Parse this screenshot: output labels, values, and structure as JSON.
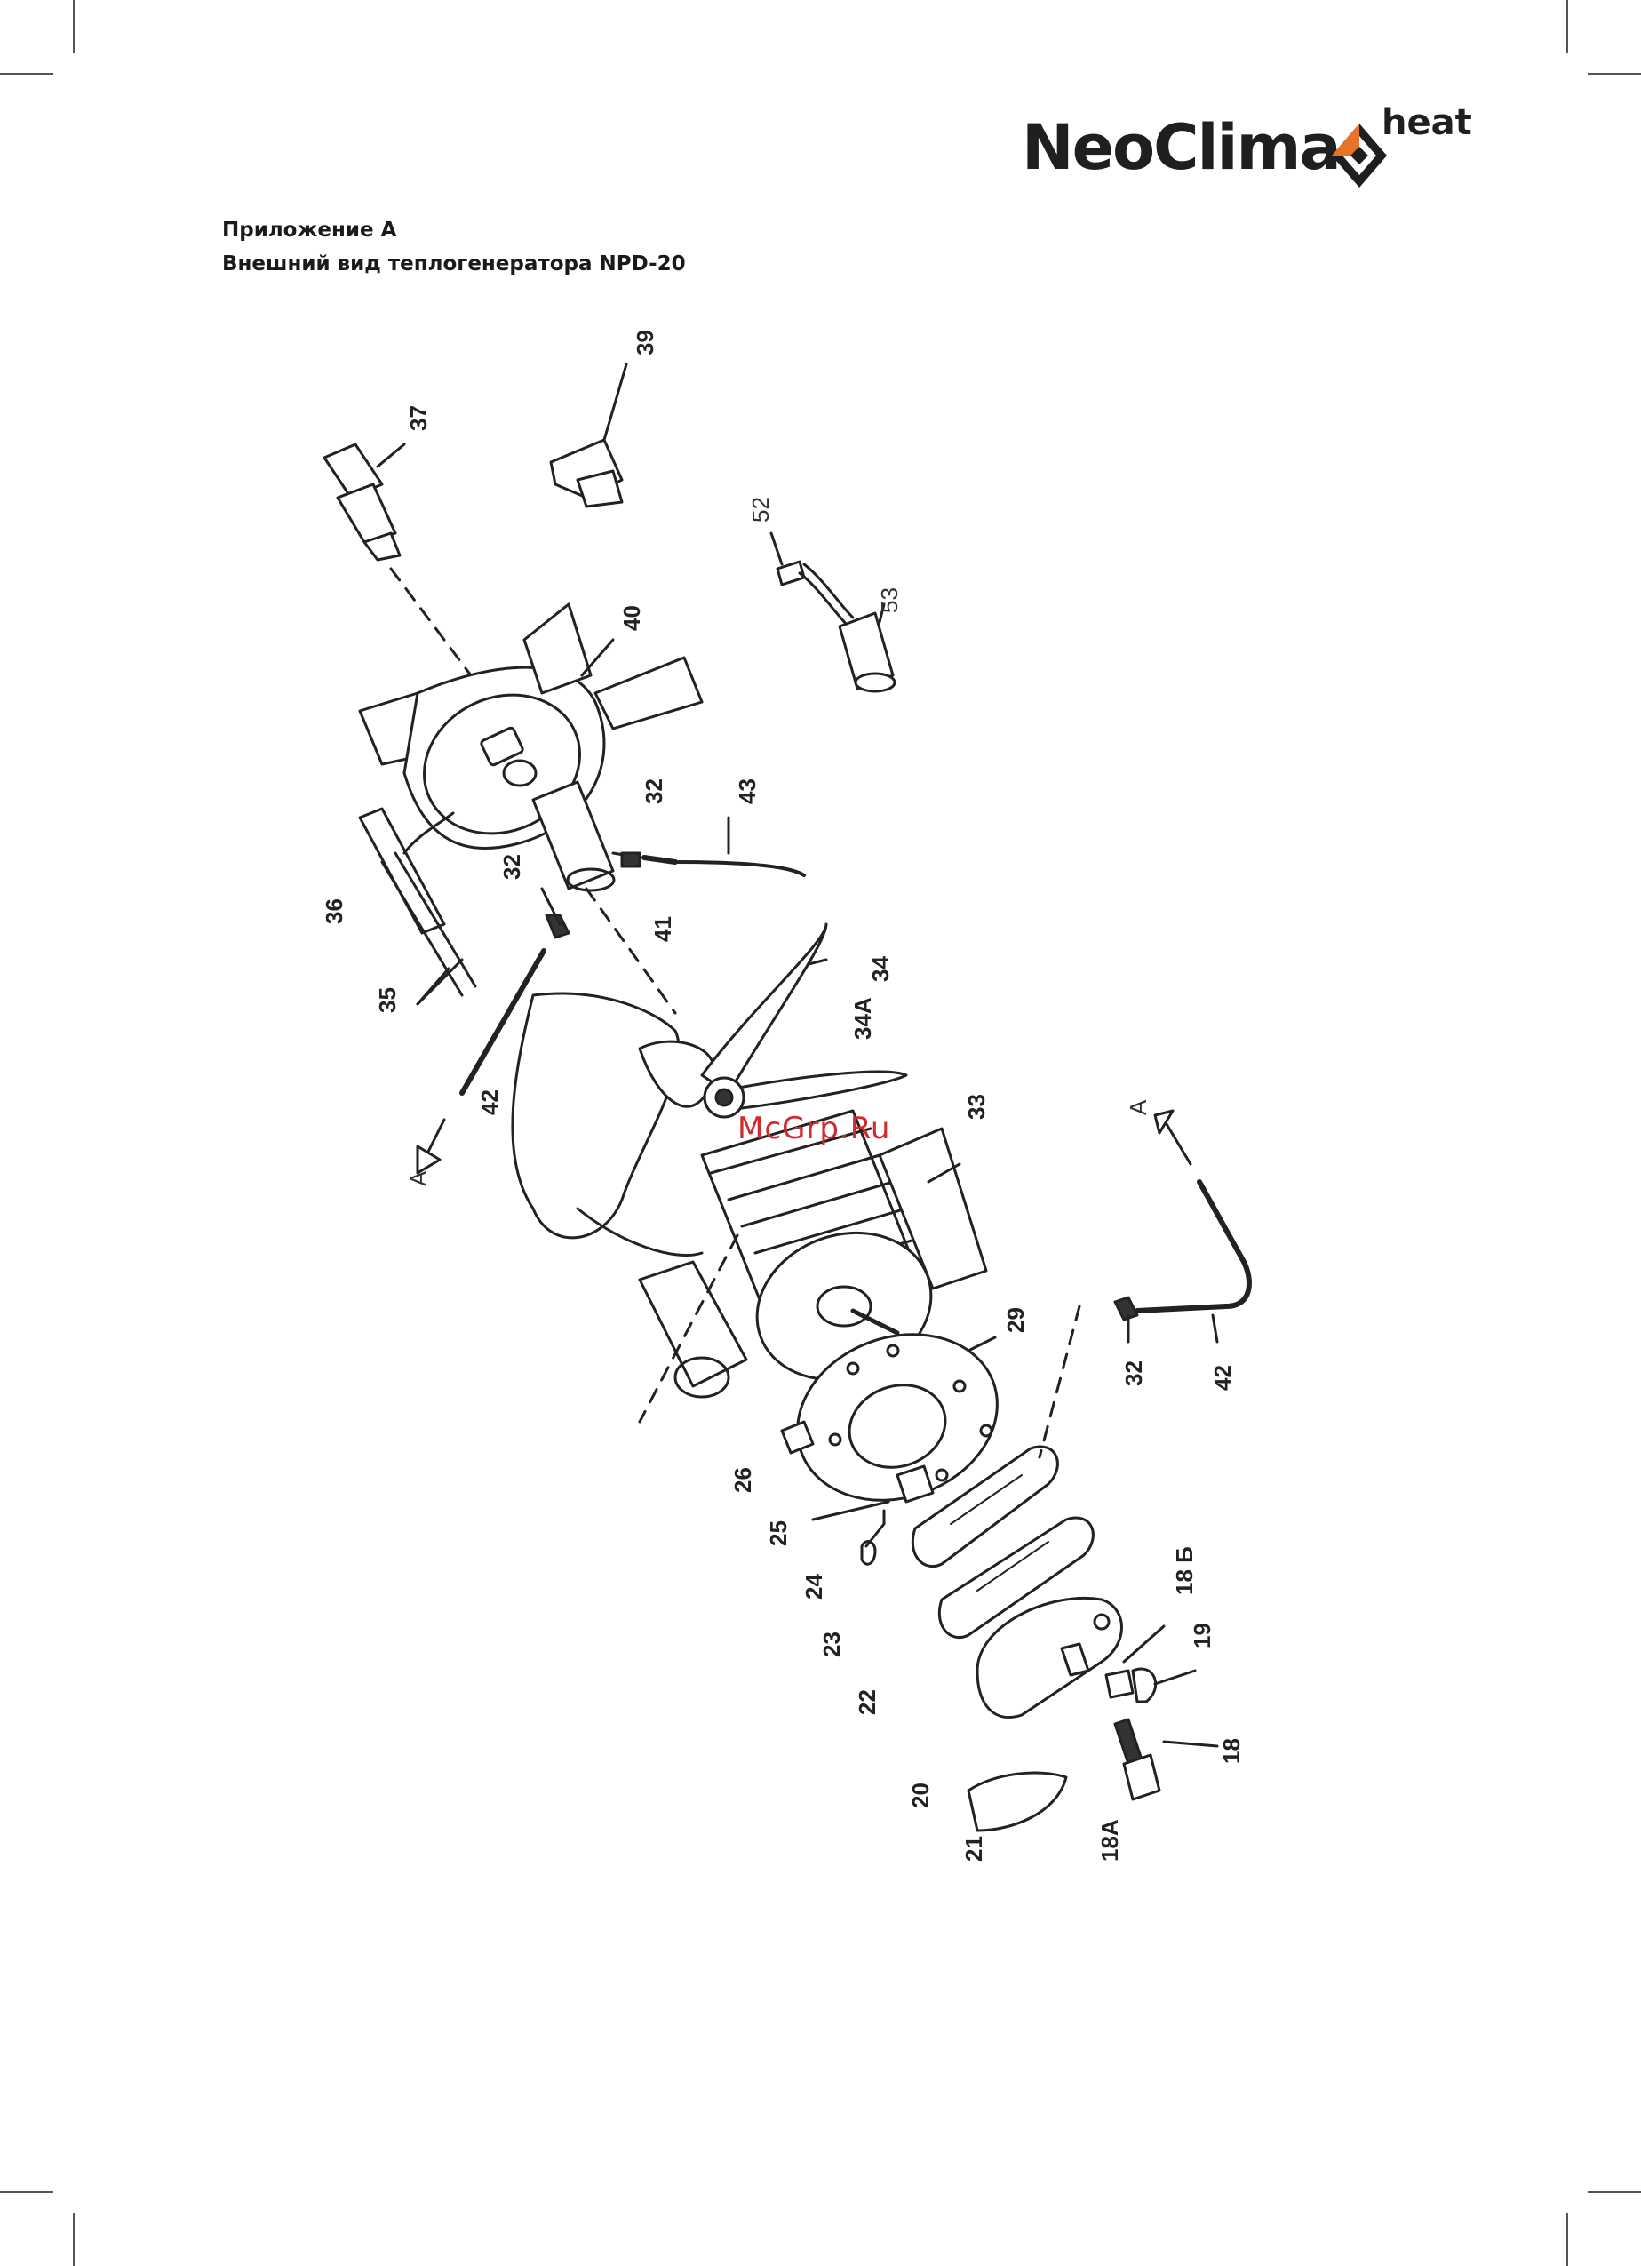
{
  "brand": {
    "name": "NeoClima",
    "suffix": "heat",
    "colors": {
      "accent_orange": "#e8722a",
      "dark": "#1f1f1f"
    }
  },
  "heading": {
    "line1": "Приложение А",
    "line2": "Внешний вид теплогенератора NPD-20"
  },
  "watermark": "McGrp.Ru",
  "callouts": {
    "c37": "37",
    "c39": "39",
    "c40": "40",
    "c52": "52",
    "c53": "53",
    "c32a": "32",
    "c43": "43",
    "c41": "41",
    "c32b": "32",
    "c36": "36",
    "c35": "35",
    "c42a": "42",
    "cA1": "A",
    "c34": "34",
    "c34A": "34A",
    "c33": "33",
    "cA2": "A",
    "c29": "29",
    "c32c": "32",
    "c42b": "42",
    "c26": "26",
    "c25": "25",
    "c24": "24",
    "c23": "23",
    "c22": "22",
    "c18B": "18 Б",
    "c19": "19",
    "c20": "20",
    "c21": "21",
    "c18A": "18A",
    "c18": "18"
  }
}
